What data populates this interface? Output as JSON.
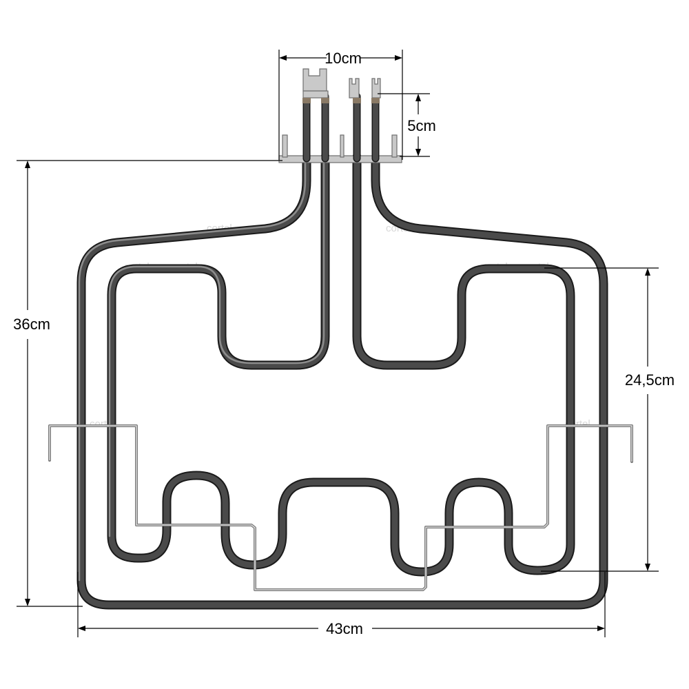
{
  "dimensions": {
    "top_width": "10cm",
    "terminal_height": "5cm",
    "total_height": "36cm",
    "inner_height": "24,5cm",
    "total_width": "43cm"
  },
  "watermark": "cortel"
}
